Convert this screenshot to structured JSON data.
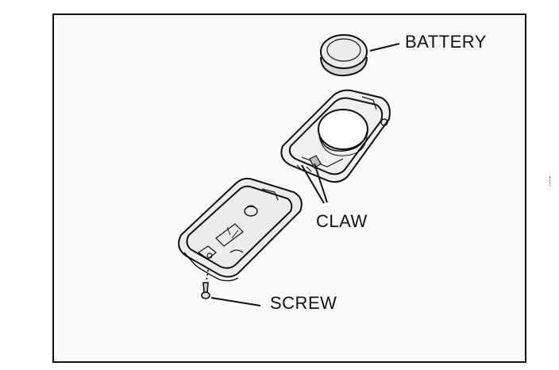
{
  "labels": {
    "battery": "BATTERY",
    "claw": "CLAW",
    "screw": "SCREW"
  },
  "colors": {
    "line": "#111111",
    "paper": "#fafafa",
    "shade": "#bdbdbd"
  }
}
